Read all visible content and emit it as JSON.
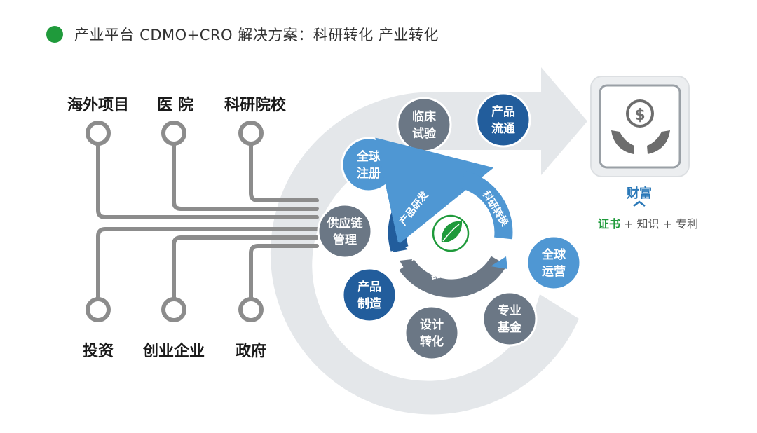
{
  "header": {
    "title": "产业平台 CDMO+CRO 解决方案：科研转化 产业转化",
    "dot_color": "#1f9a3b"
  },
  "sources_top": [
    "海外项目",
    "医 院",
    "科研院校"
  ],
  "sources_bottom": [
    "投资",
    "创业企业",
    "政府"
  ],
  "spiral_circles": [
    {
      "line1": "临床",
      "line2": "试验",
      "color": "#6b7785"
    },
    {
      "line1": "产品",
      "line2": "流通",
      "color": "#225d9c"
    },
    {
      "line1": "全球",
      "line2": "注册",
      "color": "#4f97d3"
    },
    {
      "line1": "供应链",
      "line2": "管理",
      "color": "#6b7785"
    },
    {
      "line1": "产品",
      "line2": "制造",
      "color": "#225d9c"
    },
    {
      "line1": "设计",
      "line2": "转化",
      "color": "#6b7785"
    },
    {
      "line1": "专业",
      "line2": "基金",
      "color": "#6b7785"
    },
    {
      "line1": "全球",
      "line2": "运营",
      "color": "#4f97d3"
    }
  ],
  "center_ring": [
    "产品研发",
    "科研转换",
    "器械生产"
  ],
  "wealth": {
    "title": "财富",
    "cert": "证书",
    "rest": "+ 知识 + 专利",
    "icon": "money-hands-icon"
  },
  "colors": {
    "gray": "#6b7785",
    "navy": "#225d9c",
    "light_blue": "#4f97d3",
    "line_gray": "#8c8c8c",
    "band_gray": "#e4e7ea",
    "green": "#1f9a3b"
  }
}
